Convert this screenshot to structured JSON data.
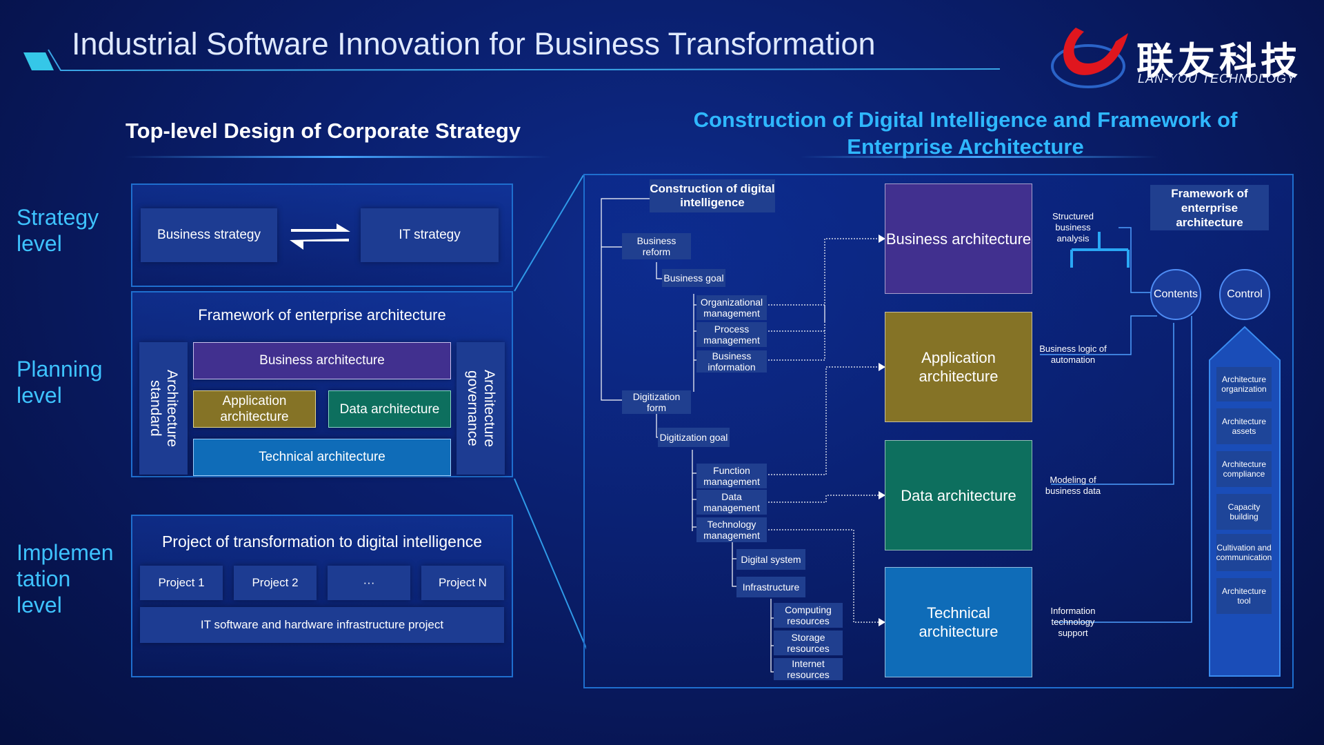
{
  "header": {
    "title": "Industrial Software Innovation for Business Transformation",
    "logo_cn": "联友科技",
    "logo_en": "LAN-YOU TECHNOLOGY"
  },
  "left": {
    "heading": "Top-level Design of Corporate Strategy",
    "levels": [
      "Strategy level",
      "Planning level",
      "Implementation level"
    ],
    "levels_display": {
      "strategy": [
        "Strategy",
        "level"
      ],
      "planning": [
        "Planning",
        "level"
      ],
      "implementation": [
        "Implemen",
        "tation",
        "level"
      ]
    },
    "strategy": {
      "business": "Business strategy",
      "it": "IT strategy"
    },
    "planning": {
      "title": "Framework of enterprise architecture",
      "side_left": "Architecture standard",
      "side_right": "Architecture governance",
      "business": "Business architecture",
      "application": "Application architecture",
      "data": "Data architecture",
      "technical": "Technical architecture"
    },
    "implementation": {
      "title": "Project of transformation to digital intelligence",
      "projects": [
        "Project 1",
        "Project 2",
        "···",
        "Project N"
      ],
      "infra": "IT software and hardware infrastructure project"
    }
  },
  "right": {
    "heading": "Construction of Digital Intelligence and Framework of Enterprise Architecture",
    "root": "Construction of digital intelligence",
    "nodes": {
      "business_reform": "Business reform",
      "business_goal": "Business goal",
      "org_mgmt": "Organizational management",
      "process_mgmt": "Process management",
      "business_info": "Business information",
      "digitization_form": "Digitization form",
      "digitization_goal": "Digitization goal",
      "function_mgmt": "Function management",
      "data_mgmt": "Data management",
      "tech_mgmt": "Technology management",
      "digital_system": "Digital system",
      "infrastructure": "Infrastructure",
      "computing": "Computing resources",
      "storage": "Storage resources",
      "internet": "Internet resources"
    },
    "architectures": {
      "business": "Business architecture",
      "application": "Application architecture",
      "data": "Data architecture",
      "technical": "Technical architecture"
    },
    "notes": {
      "structured": "Structured business analysis",
      "logic": "Business logic of automation",
      "modeling": "Modeling of business data",
      "it_support": "Information technology support"
    },
    "framework": {
      "title": "Framework of enterprise architecture",
      "contents": "Contents",
      "control": "Control",
      "tools": [
        "Architecture organization",
        "Architecture assets",
        "Architecture compliance",
        "Capacity building",
        "Cultivation and communication",
        "Architecture tool"
      ]
    }
  },
  "colors": {
    "accent_cyan": "#3ec3ff",
    "business": "#41308f",
    "application": "#857326",
    "data": "#0d6f5e",
    "technical": "#0f6cb8"
  }
}
